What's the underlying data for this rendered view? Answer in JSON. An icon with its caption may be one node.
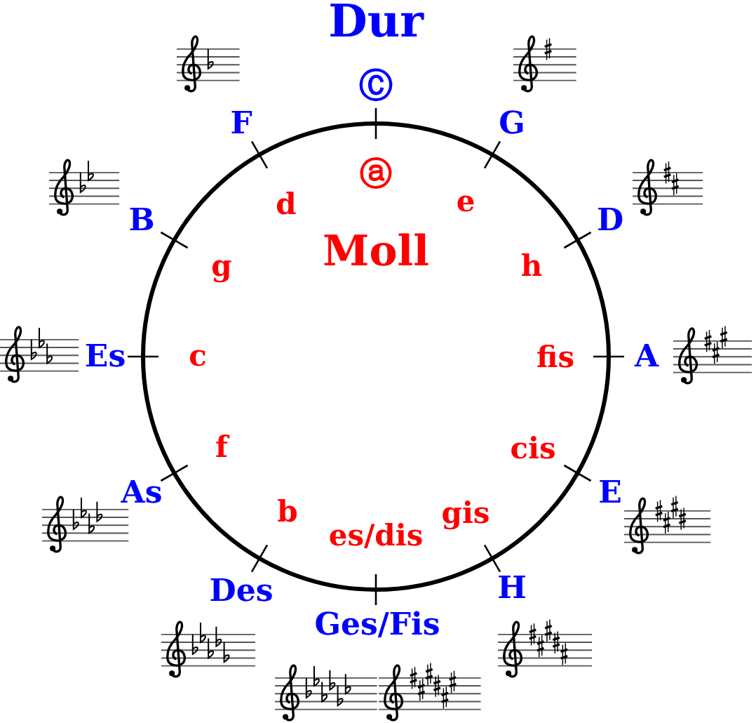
{
  "diagram": {
    "title": "Dur",
    "labels": [
      "Ⓒ",
      "F",
      "G",
      "ⓐ",
      "d",
      "e",
      "B",
      "D",
      "Moll",
      "g",
      "h",
      "Es",
      "c",
      "fis",
      "A",
      "f",
      "cis",
      "As",
      "E",
      "b",
      "gis",
      "es/dis",
      "Des",
      "H",
      "Ges/Fis"
    ]
  }
}
